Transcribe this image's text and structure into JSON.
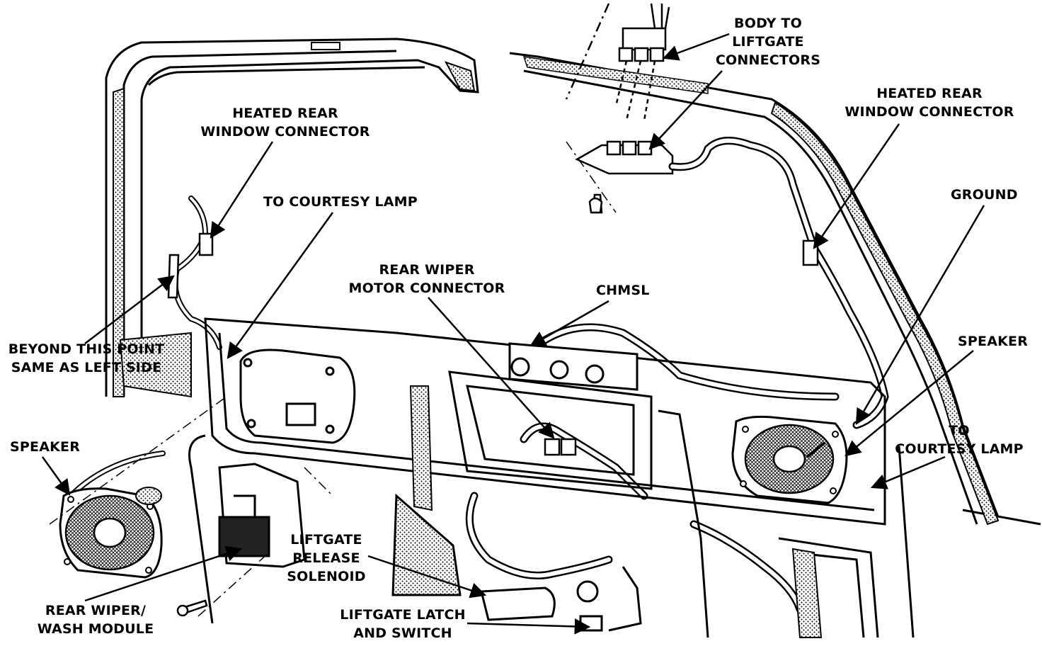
{
  "labels": {
    "body_to_liftgate": [
      "BODY TO",
      "LIFTGATE",
      "CONNECTORS"
    ],
    "heated_left": [
      "HEATED REAR",
      "WINDOW CONNECTOR"
    ],
    "heated_right": [
      "HEATED REAR",
      "WINDOW CONNECTOR"
    ],
    "to_courtesy_lamp_left": [
      "TO COURTESY LAMP"
    ],
    "ground": [
      "GROUND"
    ],
    "rear_wiper_motor": [
      "REAR WIPER",
      "MOTOR CONNECTOR"
    ],
    "chmsl": [
      "CHMSL"
    ],
    "beyond_point": [
      "BEYOND THIS POINT",
      "SAME AS LEFT SIDE"
    ],
    "speaker_right": [
      "SPEAKER"
    ],
    "speaker_left": [
      "SPEAKER"
    ],
    "to_courtesy_lamp_right": [
      "TO",
      "COURTESY LAMP"
    ],
    "liftgate_release": [
      "LIFTGATE",
      "RELEASE",
      "SOLENOID"
    ],
    "rear_wiper_wash": [
      "REAR WIPER/",
      "WASH MODULE"
    ],
    "liftgate_latch": [
      "LIFTGATE LATCH",
      "AND SWITCH"
    ]
  }
}
